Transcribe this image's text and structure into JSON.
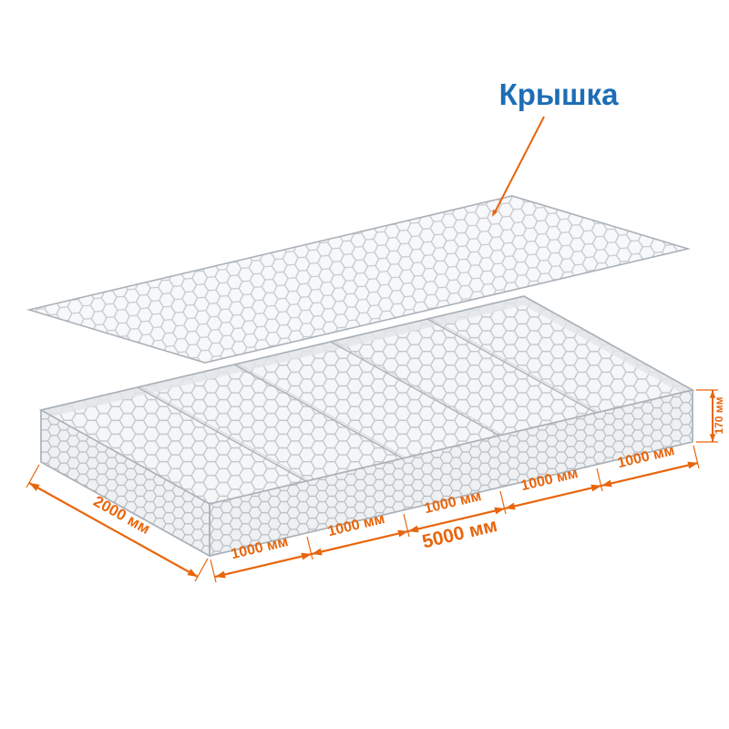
{
  "diagram": {
    "callout": {
      "label": "Крышка",
      "color": "#1e6db6"
    },
    "dimension_color": "#e8650c",
    "mesh_color": "#c3c8cd",
    "dimensions": {
      "width_label": "2000 мм",
      "total_length_label": "5000 мм",
      "height_label": "170 мм",
      "cell_labels": [
        "1000 мм",
        "1000 мм",
        "1000 мм",
        "1000 мм",
        "1000 мм"
      ]
    }
  }
}
